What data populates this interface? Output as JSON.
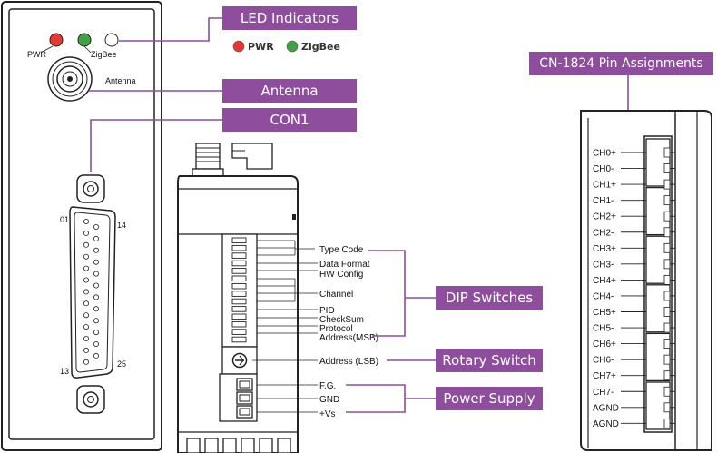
{
  "callouts": {
    "led_indicators": "LED Indicators",
    "antenna": "Antenna",
    "con1": "CON1",
    "dip_switches": "DIP Switches",
    "rotary_switch": "Rotary Switch",
    "power_supply": "Power Supply",
    "pin_assignments": "CN-1824 Pin Assignments"
  },
  "led_legend": {
    "pwr": "PWR",
    "zigbee": "ZigBee"
  },
  "front_panel": {
    "led_pwr": "PWR",
    "led_zigbee": "ZigBee",
    "antenna_label": "Antenna",
    "pin_01": "01",
    "pin_14": "14",
    "pin_13": "13",
    "pin_25": "25"
  },
  "side_labels": {
    "type_code": "Type Code",
    "data_format": "Data Format",
    "hw_config": "HW Config",
    "channel": "Channel",
    "pid": "PID",
    "checksum": "CheckSum",
    "protocol": "Protocol",
    "address_msb": "Address(MSB)",
    "address_lsb": "Address (LSB)",
    "fg": "F.G.",
    "gnd": "GND",
    "vs": "+Vs"
  },
  "pins": [
    "CH0+",
    "CH0-",
    "CH1+",
    "CH1-",
    "CH2+",
    "CH2-",
    "CH3+",
    "CH3-",
    "CH4+",
    "CH4-",
    "CH5+",
    "CH5-",
    "CH6+",
    "CH6-",
    "CH7+",
    "CH7-",
    "AGND",
    "AGND"
  ],
  "colors": {
    "callout_bg": "#8e4e9d",
    "callout_line": "#8e4e9d",
    "led_red": "#e53935",
    "led_green": "#43a047"
  }
}
